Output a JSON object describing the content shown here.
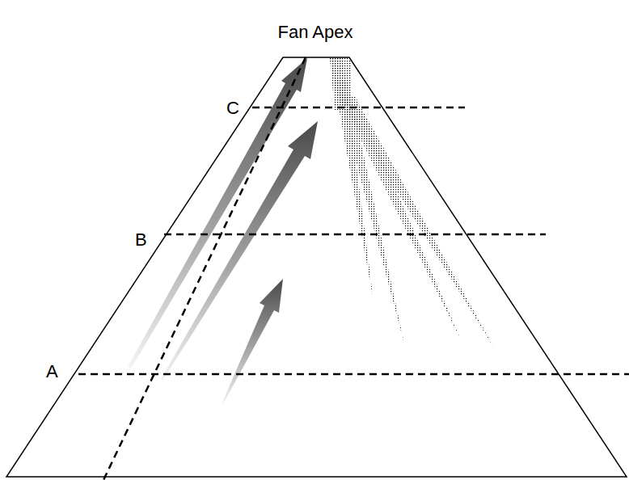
{
  "diagram": {
    "labels": [
      "Fan Apex",
      "C",
      "B",
      "A"
    ]
  }
}
